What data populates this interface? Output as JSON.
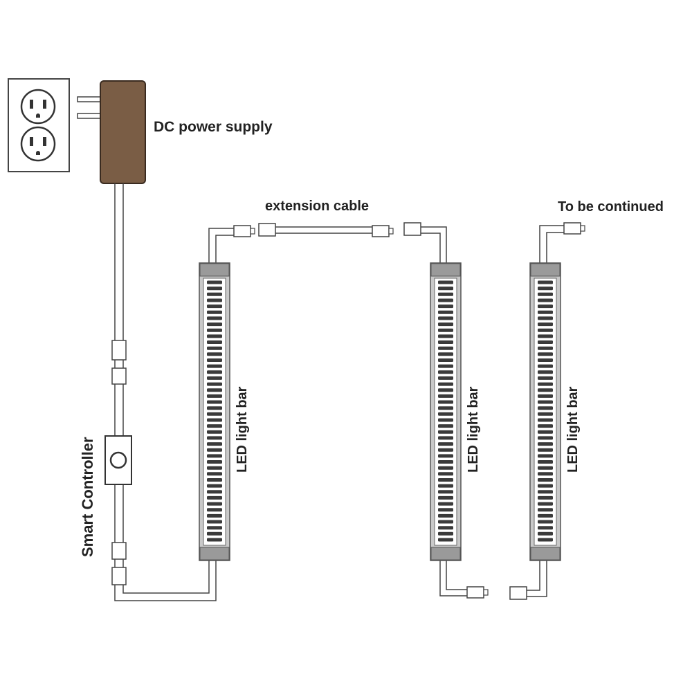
{
  "labels": {
    "power_supply": "DC power supply",
    "extension_cable": "extension cable",
    "to_be_continued": "To be continued",
    "smart_controller": "Smart Controller",
    "light_bar_1": "LED light bar",
    "light_bar_2": "LED light bar",
    "light_bar_3": "LED light bar"
  },
  "colors": {
    "power_supply_body": "#7a5d45",
    "line": "#444444",
    "bar_frame": "#c9c9c9",
    "bar_end_cap": "#9a9a9a",
    "led": "#3a3a3a",
    "text": "#222222"
  },
  "icons": {
    "outlet": "duplex-wall-outlet-icon",
    "controller_button": "round-button-icon"
  },
  "light_bars": {
    "count": 3,
    "leds_per_bar": 44
  }
}
